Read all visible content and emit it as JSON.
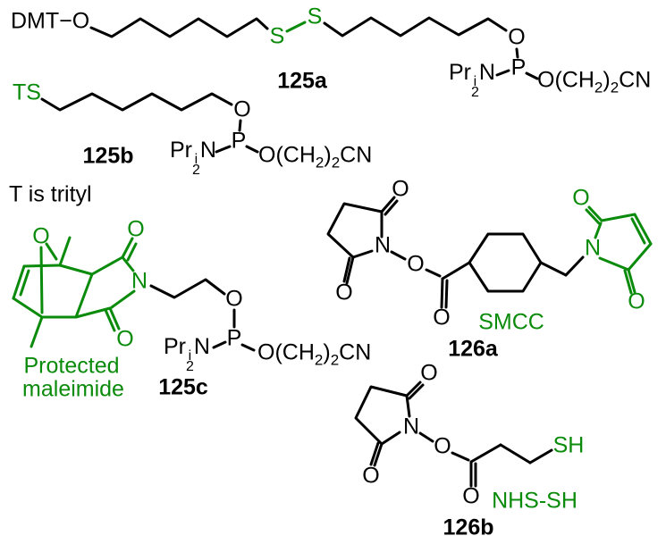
{
  "colors": {
    "bond_black": "#000000",
    "accent_green": "#0b8b0b",
    "background": "#ffffff"
  },
  "shared": {
    "amidite": {
      "pr": "Pr",
      "sup_i": "i",
      "sub_2": "2",
      "n": "N",
      "p": "P",
      "o": "O",
      "tail_o_ch": "O(CH",
      "tail_sub2a": "2",
      "tail_paren": ")",
      "tail_sub2b": "2",
      "tail_cn": "CN"
    }
  },
  "structure_125a": {
    "dmt_o": "DMT−O",
    "s_left": "S",
    "s_right": "S",
    "label": "125a"
  },
  "structure_125b": {
    "ts": "TS",
    "label": "125b"
  },
  "note_trityl": "T is trityl",
  "structure_125c": {
    "o_bridge": "O",
    "o_carbonyl_top": "O",
    "n_imide": "N",
    "o_carbonyl_bottom": "O",
    "caption_line1": "Protected",
    "caption_line2": "maleimide",
    "label": "125c"
  },
  "structure_126a": {
    "o_carbonyl_top": "O",
    "n_imide": "N",
    "o_carbonyl_bottom": "O",
    "o_ester": "O",
    "o_ester_carbonyl": "O",
    "maleimide_o_top": "O",
    "maleimide_n": "N",
    "maleimide_o_bottom": "O",
    "caption": "SMCC",
    "label": "126a"
  },
  "structure_126b": {
    "o_carbonyl_top": "O",
    "n_imide": "N",
    "o_carbonyl_bottom": "O",
    "o_ester": "O",
    "o_ester_carbonyl": "O",
    "sh": "SH",
    "caption": "NHS-SH",
    "label": "126b"
  }
}
